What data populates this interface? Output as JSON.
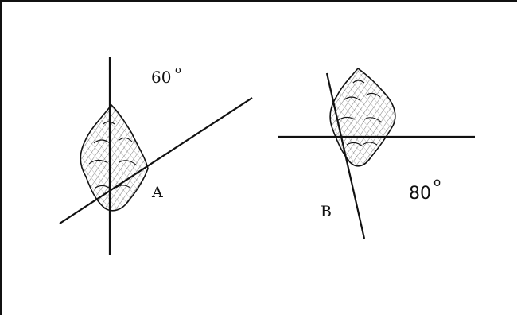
{
  "figure": {
    "panel_a": {
      "angle_label": "60",
      "angle_degree": "o",
      "point_label": "A"
    },
    "panel_b": {
      "angle_label": "80",
      "angle_degree": "o",
      "point_label": "B"
    },
    "colors": {
      "ink": "#111111",
      "background": "#ffffff",
      "border": "#111111"
    },
    "icons": [
      "stone-tool-illustration-a",
      "stone-tool-illustration-b"
    ]
  }
}
